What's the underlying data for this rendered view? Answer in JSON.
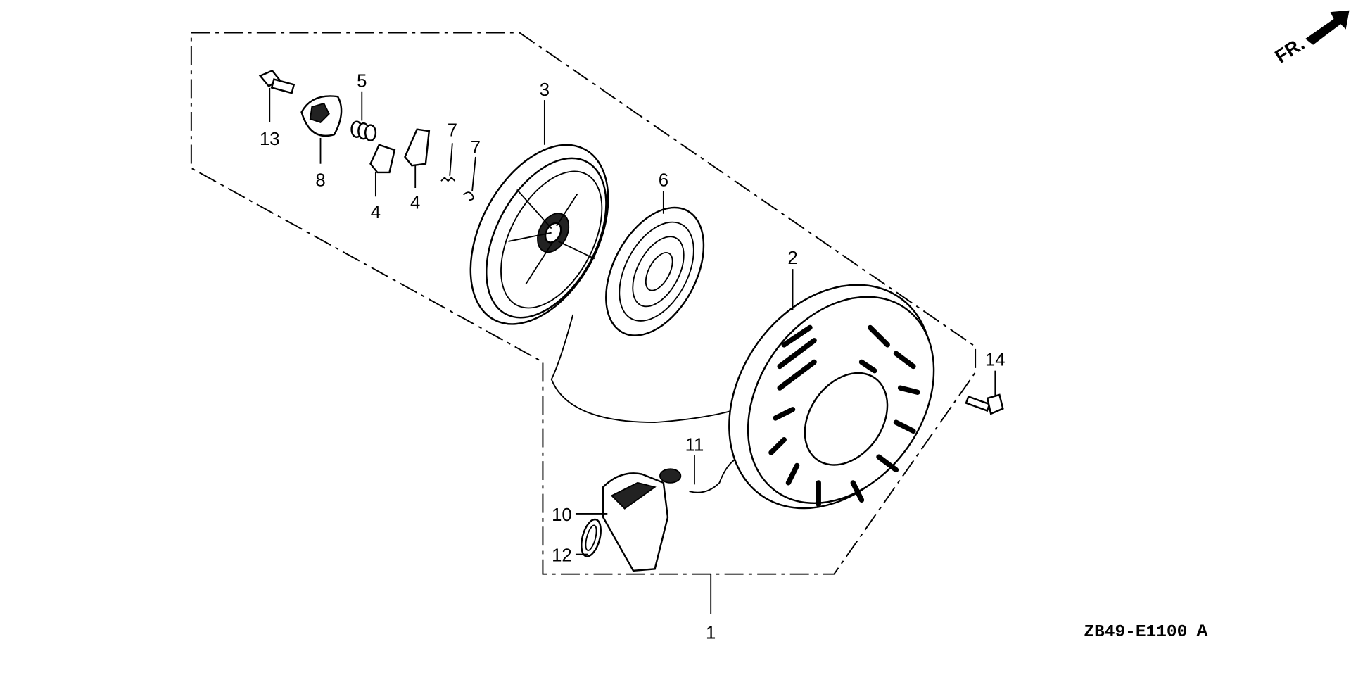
{
  "diagram": {
    "code": "ZB49-E1100",
    "revision": "A",
    "direction_marker": "FR.",
    "callouts": [
      {
        "id": "1",
        "name": "recoil-starter-assembly"
      },
      {
        "id": "2",
        "name": "starter-case"
      },
      {
        "id": "3",
        "name": "reel"
      },
      {
        "id": "4",
        "name": "ratchet-a"
      },
      {
        "id": "4",
        "name": "ratchet-b"
      },
      {
        "id": "5",
        "name": "friction-spring"
      },
      {
        "id": "6",
        "name": "recoil-spring"
      },
      {
        "id": "7",
        "name": "return-spring-a"
      },
      {
        "id": "7",
        "name": "return-spring-b"
      },
      {
        "id": "8",
        "name": "ratchet-guide"
      },
      {
        "id": "10",
        "name": "starter-grip"
      },
      {
        "id": "11",
        "name": "starter-rope"
      },
      {
        "id": "12",
        "name": "grip-insert"
      },
      {
        "id": "13",
        "name": "setting-bolt"
      },
      {
        "id": "14",
        "name": "flange-bolt"
      }
    ]
  }
}
